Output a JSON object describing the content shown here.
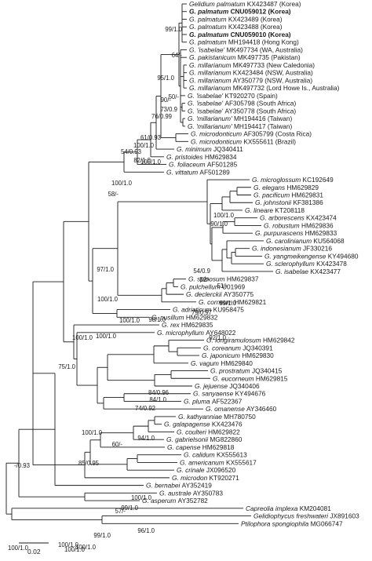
{
  "figure": {
    "scale_bar": {
      "label": "0.02"
    },
    "taxa": [
      {
        "genus": "Gelidium",
        "species": "palmatum",
        "acc": "KX423487 (Korea)",
        "bold": false
      },
      {
        "genus": "G.",
        "species": "palmatum",
        "acc": "CNU059012 (Korea)",
        "bold": true
      },
      {
        "genus": "G.",
        "species": "palmatum",
        "acc": "KX423489 (Korea)",
        "bold": false
      },
      {
        "genus": "G.",
        "species": "palmatum",
        "acc": "KX423488 (Korea)",
        "bold": false
      },
      {
        "genus": "G.",
        "species": "palmatum",
        "acc": "CNU059010 (Korea)",
        "bold": true
      },
      {
        "genus": "G.",
        "species": "palmatum",
        "acc": "MH194418 (Hong Kong)",
        "bold": false
      },
      {
        "genus": "G.",
        "species": "'isabelae'",
        "acc": "MK497734 (WA, Australia)",
        "bold": false
      },
      {
        "genus": "G.",
        "species": "pakistanicum",
        "acc": "MK497735 (Pakistan)",
        "bold": false
      },
      {
        "genus": "G.",
        "species": "millarianum",
        "acc": "MK497733 (New Caledonia)",
        "bold": false
      },
      {
        "genus": "G.",
        "species": "millarianum",
        "acc": "KX423484 (NSW, Australia)",
        "bold": false
      },
      {
        "genus": "G.",
        "species": "millarianum",
        "acc": "AY350779 (NSW, Australia)",
        "bold": false
      },
      {
        "genus": "G.",
        "species": "millarianum",
        "acc": "MK497732 (Lord Howe Is., Australia)",
        "bold": false
      },
      {
        "genus": "G.",
        "species": "'isabelae'",
        "acc": "KT920270 (Spain)",
        "bold": false
      },
      {
        "genus": "G.",
        "species": "'isabelae'",
        "acc": "AF305798 (South Africa)",
        "bold": false
      },
      {
        "genus": "G.",
        "species": "'isabelae'",
        "acc": "AY350778 (South Africa)",
        "bold": false
      },
      {
        "genus": "G.",
        "species": "'millarianum'",
        "acc": "MH194416 (Taiwan)",
        "bold": false
      },
      {
        "genus": "G.",
        "species": "'millarianum'",
        "acc": "MH194417 (Taiwan)",
        "bold": false
      },
      {
        "genus": "G.",
        "species": "microdonticum",
        "acc": "AF305799 (Costa Rica)",
        "bold": false
      },
      {
        "genus": "G.",
        "species": "microdonticum",
        "acc": "KX555611 (Brazil)",
        "bold": false
      },
      {
        "genus": "G.",
        "species": "minimum",
        "acc": "JQ340411",
        "bold": false
      },
      {
        "genus": "G.",
        "species": "pristoides",
        "acc": "HM629834",
        "bold": false
      },
      {
        "genus": "G.",
        "species": "foliaceum",
        "acc": "AF501285",
        "bold": false
      },
      {
        "genus": "G.",
        "species": "vittatum",
        "acc": "AF501289",
        "bold": false
      },
      {
        "genus": "G.",
        "species": "microglossum",
        "acc": "KC192649",
        "bold": false
      },
      {
        "genus": "G.",
        "species": "elegans",
        "acc": "HM629829",
        "bold": false
      },
      {
        "genus": "G.",
        "species": "pacificum",
        "acc": "HM629831",
        "bold": false
      },
      {
        "genus": "G.",
        "species": "johnstonii",
        "acc": "KF381386",
        "bold": false
      },
      {
        "genus": "G.",
        "species": "lineare",
        "acc": "KT208118",
        "bold": false
      },
      {
        "genus": "G.",
        "species": "arborescens",
        "acc": "KX423474",
        "bold": false
      },
      {
        "genus": "G.",
        "species": "robustum",
        "acc": "HM629836",
        "bold": false
      },
      {
        "genus": "G.",
        "species": "purpurascens",
        "acc": "HM629833",
        "bold": false
      },
      {
        "genus": "G.",
        "species": "carolinianum",
        "acc": "KU564068",
        "bold": false
      },
      {
        "genus": "G.",
        "species": "indonesianum",
        "acc": "JF330216",
        "bold": false
      },
      {
        "genus": "G.",
        "species": "yangmeikengense",
        "acc": "KY494680",
        "bold": false
      },
      {
        "genus": "G.",
        "species": "sclerophyllum",
        "acc": "KX423478",
        "bold": false
      },
      {
        "genus": "G.",
        "species": "isabelae",
        "acc": "KX423477",
        "bold": false
      },
      {
        "genus": "G.",
        "species": "spinosum",
        "acc": "HM629837",
        "bold": false
      },
      {
        "genus": "G.",
        "species": "pulchellum",
        "acc": "U01969",
        "bold": false
      },
      {
        "genus": "G.",
        "species": "declerckii",
        "acc": "AY350775",
        "bold": false
      },
      {
        "genus": "G.",
        "species": "corneum",
        "acc": "HM629821",
        "bold": false
      },
      {
        "genus": "G.",
        "species": "adriaticum",
        "acc": "KU958475",
        "bold": false
      },
      {
        "genus": "G.",
        "species": "pusillum",
        "acc": "HM629832",
        "bold": false
      },
      {
        "genus": "G.",
        "species": "rex",
        "acc": "HM629835",
        "bold": false
      },
      {
        "genus": "G.",
        "species": "microphyllum",
        "acc": "AY648022",
        "bold": false
      },
      {
        "genus": "G.",
        "species": "longiramulosum",
        "acc": "HM629842",
        "bold": false
      },
      {
        "genus": "G.",
        "species": "coreanum",
        "acc": "JQ340391",
        "bold": false
      },
      {
        "genus": "G.",
        "species": "japonicum",
        "acc": "HM629830",
        "bold": false
      },
      {
        "genus": "G.",
        "species": "vagum",
        "acc": "HM629840",
        "bold": false
      },
      {
        "genus": "G.",
        "species": "prostratum",
        "acc": "JQ340415",
        "bold": false
      },
      {
        "genus": "G.",
        "species": "eucorneum",
        "acc": "HM629815",
        "bold": false
      },
      {
        "genus": "G.",
        "species": "jejuense",
        "acc": "JQ340406",
        "bold": false
      },
      {
        "genus": "G.",
        "species": "sanyaense",
        "acc": "KY494676",
        "bold": false
      },
      {
        "genus": "G.",
        "species": "pluma",
        "acc": "AF522367",
        "bold": false
      },
      {
        "genus": "G.",
        "species": "omanense",
        "acc": "AY346460",
        "bold": false
      },
      {
        "genus": "G.",
        "species": "kathyanniae",
        "acc": "MH780750",
        "bold": false
      },
      {
        "genus": "G.",
        "species": "galapagense",
        "acc": "KX423476",
        "bold": false
      },
      {
        "genus": "G.",
        "species": "coulteri",
        "acc": "HM629822",
        "bold": false
      },
      {
        "genus": "G.",
        "species": "gabrielsonii",
        "acc": "MG822860",
        "bold": false
      },
      {
        "genus": "G.",
        "species": "capense",
        "acc": "HM629818",
        "bold": false
      },
      {
        "genus": "G.",
        "species": "calidum",
        "acc": "KX555613",
        "bold": false
      },
      {
        "genus": "G.",
        "species": "americanum",
        "acc": "KX555617",
        "bold": false
      },
      {
        "genus": "G.",
        "species": "crinale",
        "acc": "JX096520",
        "bold": false
      },
      {
        "genus": "G.",
        "species": "microdon",
        "acc": "KT920271",
        "bold": false
      },
      {
        "genus": "G.",
        "species": "bernabei",
        "acc": "AY352419",
        "bold": false
      },
      {
        "genus": "G.",
        "species": "australe",
        "acc": "AY350783",
        "bold": false
      },
      {
        "genus": "G.",
        "species": "asperum",
        "acc": "AY352782",
        "bold": false
      },
      {
        "genus": "Capreolia",
        "species": "implexa",
        "acc": "KM204081",
        "bold": false
      },
      {
        "genus": "Gelidiophycus",
        "species": "freshwateri",
        "acc": "JX891603",
        "bold": false
      },
      {
        "genus": "Ptilophora",
        "species": "spongiophila",
        "acc": "MG066747",
        "bold": false
      }
    ],
    "support_values": [
      "99/1.0",
      "64/-",
      "95/1.0",
      "50/-",
      "90/-",
      "73/0.9",
      "76/0.99",
      "61/0.93",
      "100/1.0",
      "82/1.0",
      "54/0.93",
      "100/1.0",
      "100/1.0",
      "58/-",
      "100/1.0",
      "90/1.0",
      "54/0.9",
      "52/-",
      "51/-",
      "99/1.0",
      "79/0.97",
      "92/1.0",
      "97/1.0",
      "100/1.0",
      "98/1.0",
      "100/1.0",
      "100/1.0",
      "100/1.0",
      "75/1.0",
      "84/0.96",
      "84/1.0",
      "74/0.92",
      "100/1.0",
      "94/1.0",
      "60/-",
      "85/0.95",
      "100/1.0",
      "99/1.0",
      "57/-",
      "96/1.0",
      "99/1.0",
      "-/0.93",
      "100/1.0",
      "100/1.0",
      "100/1.0",
      "100/1.0"
    ]
  }
}
